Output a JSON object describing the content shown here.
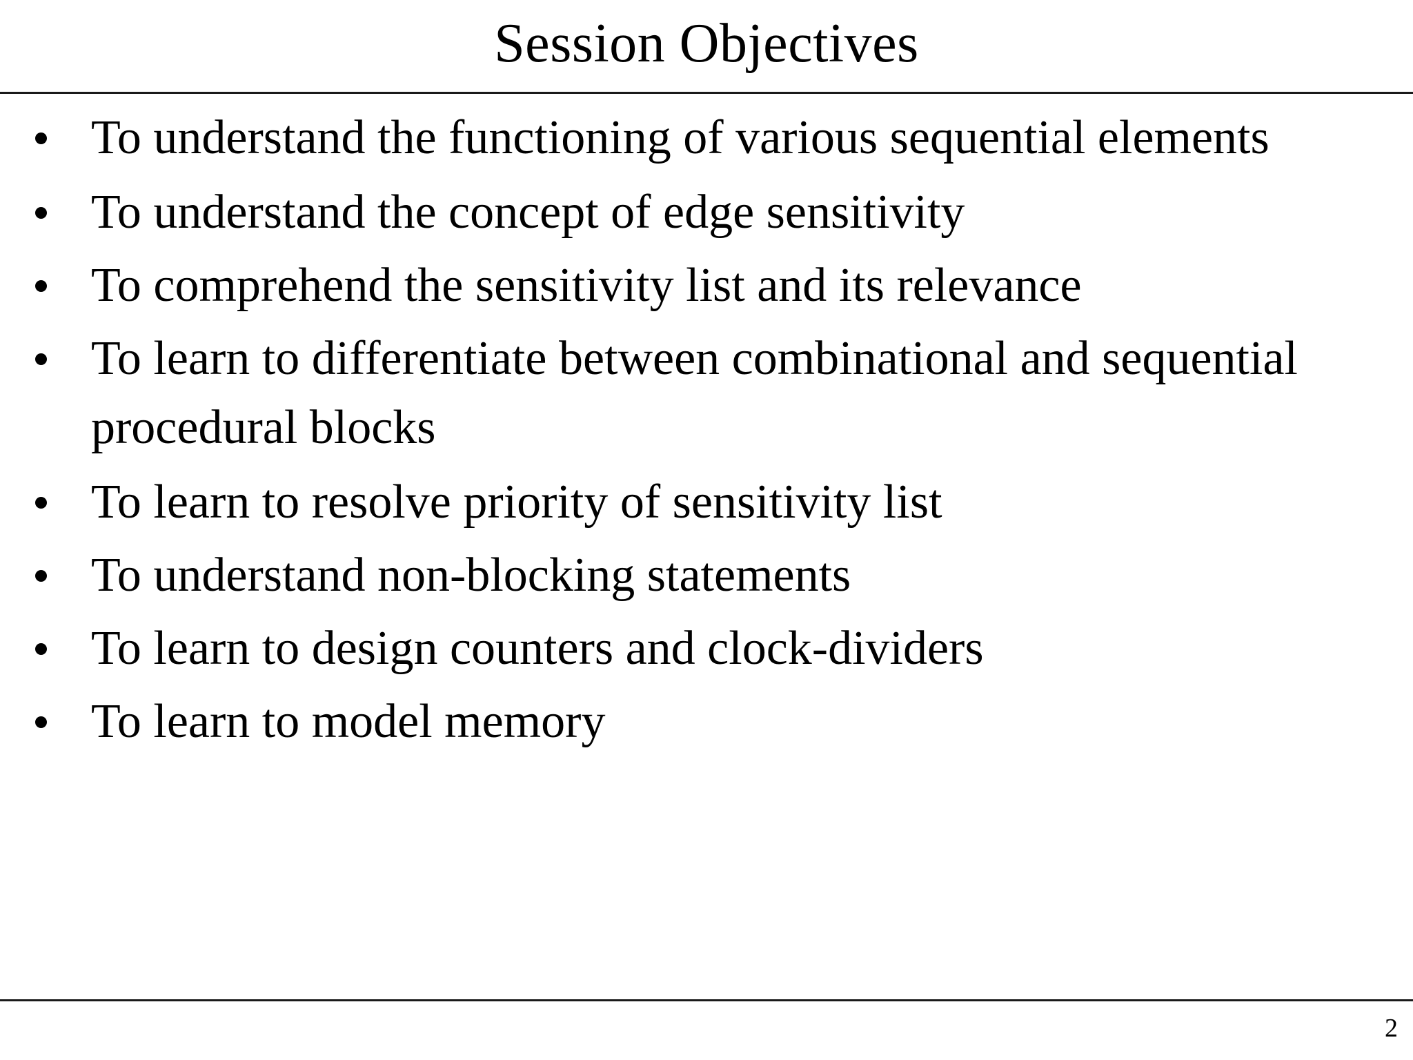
{
  "slide": {
    "title": "Session Objectives",
    "page_number": "2",
    "bullet_marker": "bullet-dot",
    "colors": {
      "background": "#ffffff",
      "text": "#000000",
      "rule": "#1a1a1a"
    },
    "bullets": [
      {
        "text": "To understand the functioning of various sequential elements",
        "wraps": true
      },
      {
        "text": "To understand the concept of edge sensitivity",
        "wraps": false
      },
      {
        "text": "To comprehend the sensitivity list and its relevance",
        "wraps": false
      },
      {
        "text": "To learn to differentiate between combinational and sequential procedural blocks",
        "wraps": true
      },
      {
        "text": "To learn to resolve priority of sensitivity list",
        "wraps": false
      },
      {
        "text": "To understand non-blocking statements",
        "wraps": false
      },
      {
        "text": "To learn to design counters and clock-dividers",
        "wraps": false
      },
      {
        "text": "To learn to model memory",
        "wraps": false
      }
    ]
  }
}
